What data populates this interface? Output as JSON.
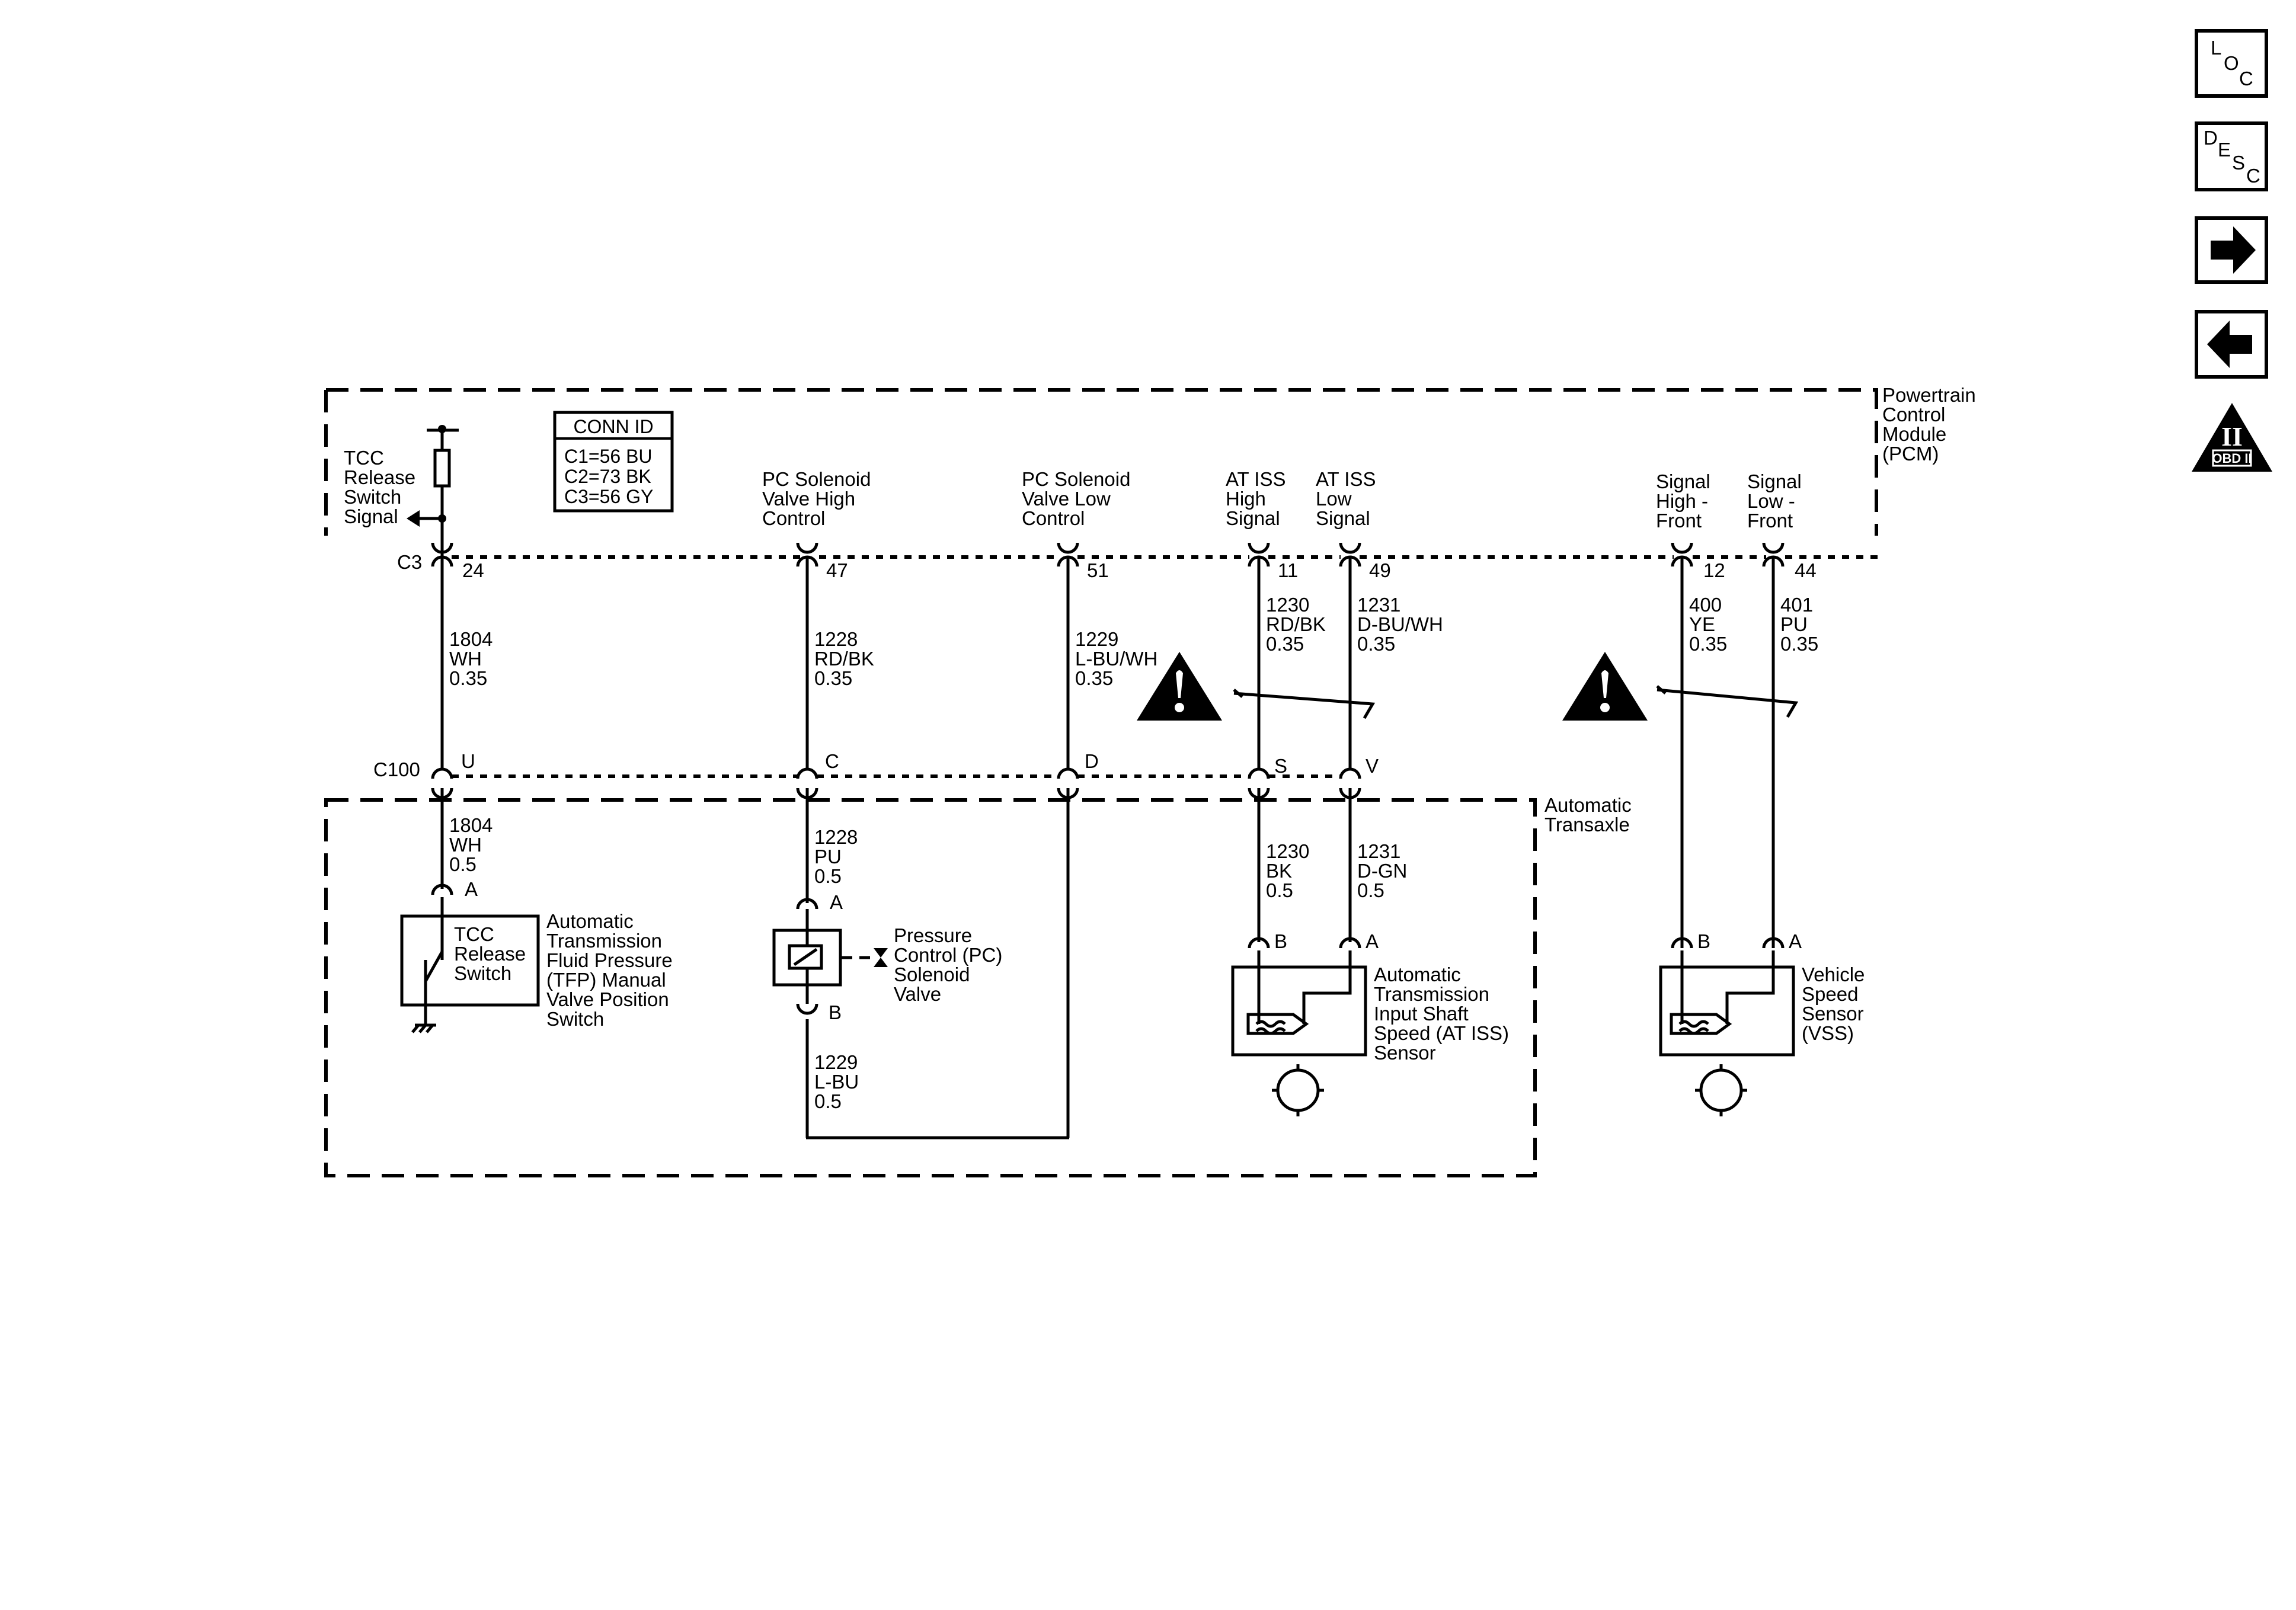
{
  "nav": {
    "loc": [
      "L",
      "O",
      "C"
    ],
    "desc": [
      "D",
      "E",
      "S",
      "C"
    ],
    "obd_numeral": "II",
    "obd_label": "OBD II"
  },
  "pcm": {
    "label": [
      "Powertrain",
      "Control",
      "Module",
      "(PCM)"
    ]
  },
  "transaxle": {
    "label": [
      "Automatic",
      "Transaxle"
    ]
  },
  "conn_id": {
    "title": "CONN ID",
    "rows": [
      "C1=56 BU",
      "C2=73 BK",
      "C3=56 GY"
    ]
  },
  "connectors": {
    "c3": "C3",
    "c100": "C100"
  },
  "circuits": [
    {
      "key": "tcc",
      "pcm_label": [
        "TCC",
        "Release",
        "Switch",
        "Signal"
      ],
      "pin": "24",
      "upper_wire": [
        "1804",
        "WH",
        "0.35"
      ],
      "c100_pin": "U",
      "lower_wire": [
        "1804",
        "WH",
        "0.5"
      ]
    },
    {
      "key": "pch",
      "pcm_label": [
        "PC Solenoid",
        "Valve High",
        "Control"
      ],
      "pin": "47",
      "upper_wire": [
        "1228",
        "RD/BK",
        "0.35"
      ],
      "c100_pin": "C",
      "lower_wire": [
        "1228",
        "PU",
        "0.5"
      ]
    },
    {
      "key": "pcl",
      "pcm_label": [
        "PC Solenoid",
        "Valve Low",
        "Control"
      ],
      "pin": "51",
      "upper_wire": [
        "1229",
        "L-BU/WH",
        "0.35"
      ],
      "c100_pin": "D",
      "lower_wire": [
        "1229",
        "L-BU",
        "0.5"
      ]
    },
    {
      "key": "issh",
      "pcm_label": [
        "AT ISS",
        "High",
        "Signal"
      ],
      "pin": "11",
      "upper_wire": [
        "1230",
        "RD/BK",
        "0.35"
      ],
      "c100_pin": "S",
      "lower_wire": [
        "1230",
        "BK",
        "0.5"
      ]
    },
    {
      "key": "issl",
      "pcm_label": [
        "AT ISS",
        "Low",
        "Signal"
      ],
      "pin": "49",
      "upper_wire": [
        "1231",
        "D-BU/WH",
        "0.35"
      ],
      "c100_pin": "V",
      "lower_wire": [
        "1231",
        "D-GN",
        "0.5"
      ]
    },
    {
      "key": "vssh",
      "pcm_label": [
        "Signal",
        "High -",
        "Front"
      ],
      "pin": "12",
      "upper_wire": [
        "400",
        "YE",
        "0.35"
      ]
    },
    {
      "key": "vssl",
      "pcm_label": [
        "Signal",
        "Low -",
        "Front"
      ],
      "pin": "44",
      "upper_wire": [
        "401",
        "PU",
        "0.35"
      ]
    }
  ],
  "components": {
    "tfp": {
      "inner": [
        "TCC",
        "Release",
        "Switch"
      ],
      "label": [
        "Automatic",
        "Transmission",
        "Fluid Pressure",
        "(TFP) Manual",
        "Valve Position",
        "Switch"
      ],
      "pin": "A"
    },
    "pcs": {
      "label": [
        "Pressure",
        "Control (PC)",
        "Solenoid",
        "Valve"
      ],
      "pin_a": "A",
      "pin_b": "B"
    },
    "iss": {
      "label": [
        "Automatic",
        "Transmission",
        "Input Shaft",
        "Speed (AT ISS)",
        "Sensor"
      ],
      "pin_b": "B",
      "pin_a": "A"
    },
    "vss": {
      "label": [
        "Vehicle",
        "Speed",
        "Sensor",
        "(VSS)"
      ],
      "pin_b": "B",
      "pin_a": "A"
    }
  }
}
